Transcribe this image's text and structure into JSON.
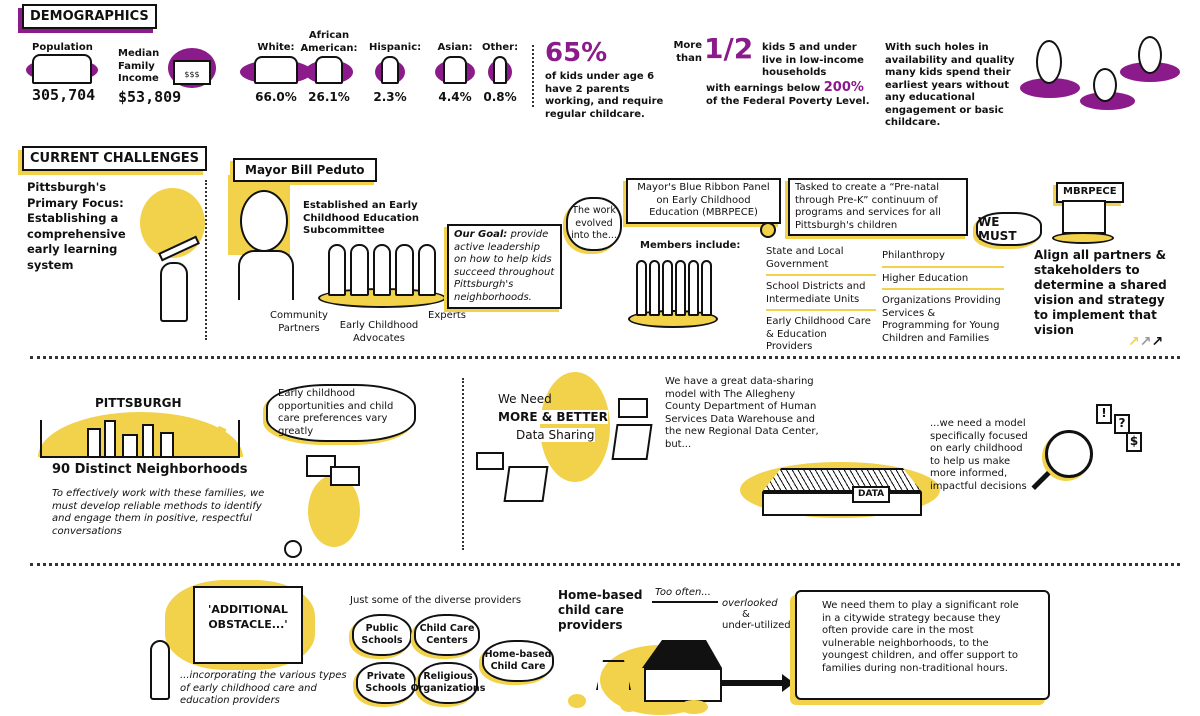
{
  "colors": {
    "purple": "#8b1a8b",
    "yellow": "#f2d24a"
  },
  "demographics": {
    "title": "DEMOGRAPHICS",
    "population": {
      "label": "Population",
      "value": "305,704"
    },
    "income": {
      "label": "Median Family Income",
      "value": "$53,809",
      "house_sign": "$$$"
    },
    "races": [
      {
        "label": "White:",
        "value": "66.0%"
      },
      {
        "label": "African American:",
        "value": "26.1%"
      },
      {
        "label": "Hispanic:",
        "value": "2.3%"
      },
      {
        "label": "Asian:",
        "value": "4.4%"
      },
      {
        "label": "Other:",
        "value": "0.8%"
      }
    ],
    "working": {
      "big": "65%",
      "text": "of kids under age 6 have 2 parents working, and require regular childcare."
    },
    "poverty": {
      "pre": "More than",
      "fraction": "1/2",
      "text1": "kids 5 and under live in low-income households",
      "text2": "with earnings below",
      "pct": "200%",
      "text3": "of the Federal Poverty Level."
    },
    "holes": "With such holes in availability and quality many kids spend their earliest years without any educational engagement or basic childcare."
  },
  "challenges": {
    "title": "CURRENT CHALLENGES",
    "focus": "Pittsburgh's Primary Focus: Establishing a comprehensive early learning system",
    "mayor": "Mayor Bill Peduto",
    "subcommittee": "Established an Early Childhood Education Subcommittee",
    "goal_label": "Our Goal:",
    "goal": "provide active leadership on how to help kids succeed throughout Pittsburgh's neighborhoods.",
    "groups": [
      "Community Partners",
      "Early Childhood Advocates",
      "Experts"
    ],
    "evolved": "The work evolved into the...",
    "panel": "Mayor's Blue Ribbon Panel on Early Childhood Education (MBRPECE)",
    "tasked": "Tasked to create a “Pre-natal through Pre-K” continuum of programs and services for all Pittsburgh's children",
    "we_must": "WE MUST",
    "members_label": "Members include:",
    "members_col1": [
      "State and Local Government",
      "School Districts and Intermediate Units",
      "Early Childhood Care & Education Providers"
    ],
    "members_col2": [
      "Philanthropy",
      "Higher Education",
      "Organizations Providing Services & Programming for Young Children and Families"
    ],
    "sign": "MBRPECE",
    "align": "Align all partners & stakeholders to determine a shared vision and strategy to implement that vision"
  },
  "neighborhoods": {
    "city": "PITTSBURGH",
    "count": "90 Distinct Neighborhoods",
    "cloud": "Early childhood opportunities and child care preferences vary greatly",
    "text": "To effectively work with these families, we must develop reliable methods to identify and engage them in positive, respectful conversations"
  },
  "data_sharing": {
    "we_need": "We Need",
    "more": "MORE & BETTER",
    "sharing": "Data Sharing",
    "model": "We have a great data-sharing model with The Allegheny County Department of Human Services Data Warehouse and the new Regional Data Center, but...",
    "building_sign": "DATA",
    "need_model": "...we need a model specifically focused on early childhood to help us make more informed, impactful decisions",
    "signs": [
      "!",
      "?",
      "$"
    ]
  },
  "obstacle": {
    "wall": "'ADDITIONAL OBSTACLE...'",
    "text": "...incorporating the various types of early childhood care and education providers",
    "providers_label": "Just some of the diverse providers",
    "providers": [
      "Public Schools",
      "Child Care Centers",
      "Home-based Child Care",
      "Private Schools",
      "Religious Organizations"
    ]
  },
  "home_based": {
    "title": "Home-based child care providers",
    "too_often": "Too often...",
    "overlooked": "overlooked",
    "amp": "&",
    "underutilized": "under-utilized",
    "scroll": "We need them to play a significant role in a citywide strategy because they often provide care in the most vulnerable neighborhoods, to the youngest children, and offer support to families during non-traditional hours."
  }
}
